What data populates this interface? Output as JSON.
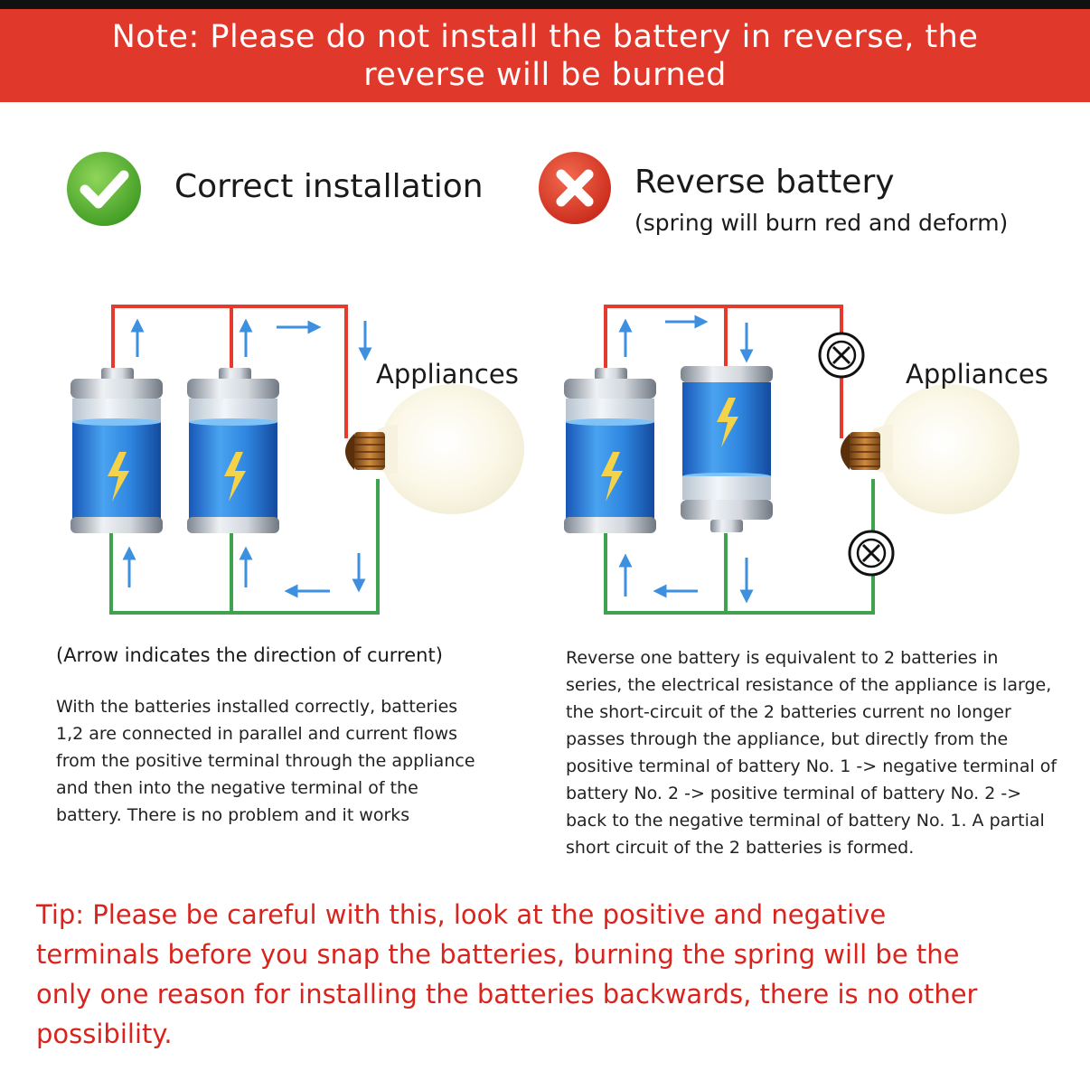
{
  "banner": {
    "line1": "Note: Please do not install the battery in reverse, the",
    "line2": "reverse will be burned"
  },
  "correct": {
    "title": "Correct installation",
    "icon": "check-icon",
    "appliance_label": "Appliances",
    "caption": "(Arrow indicates the direction of current)",
    "description_lines": [
      "With the batteries installed correctly, batteries",
      "1,2 are connected in parallel and current flows",
      "from the positive terminal through the appliance",
      "and then into the negative terminal of the",
      "battery. There is no problem and it works"
    ]
  },
  "reverse": {
    "title": "Reverse battery",
    "subtitle": "(spring will burn red and deform)",
    "icon": "cross-icon",
    "appliance_label": "Appliances",
    "description_lines": [
      "Reverse one battery is equivalent to 2 batteries in",
      "series, the electrical resistance of the appliance is large,",
      "the short-circuit of the 2 batteries current no longer",
      "passes through the appliance, but directly from the",
      "positive terminal of battery No. 1 -> negative terminal of",
      "battery No. 2 -> positive terminal of battery No. 2 ->",
      "back to the negative terminal of battery No. 1. A partial",
      "short circuit of the 2 batteries is formed."
    ]
  },
  "tip": {
    "lines": [
      "Tip: Please be careful with this, look at the positive and negative",
      "terminals before you snap the batteries, burning the spring will be the",
      "only one reason for installing the batteries backwards, there is no other",
      "possibility."
    ]
  },
  "colors": {
    "banner": "#e0382b",
    "tip_text": "#d9231d",
    "wire_positive": "#e53a2e",
    "wire_negative": "#3fa34d",
    "arrow": "#3d8fe0",
    "check_badge": "#5cb531",
    "cross_badge": "#e0402a"
  }
}
